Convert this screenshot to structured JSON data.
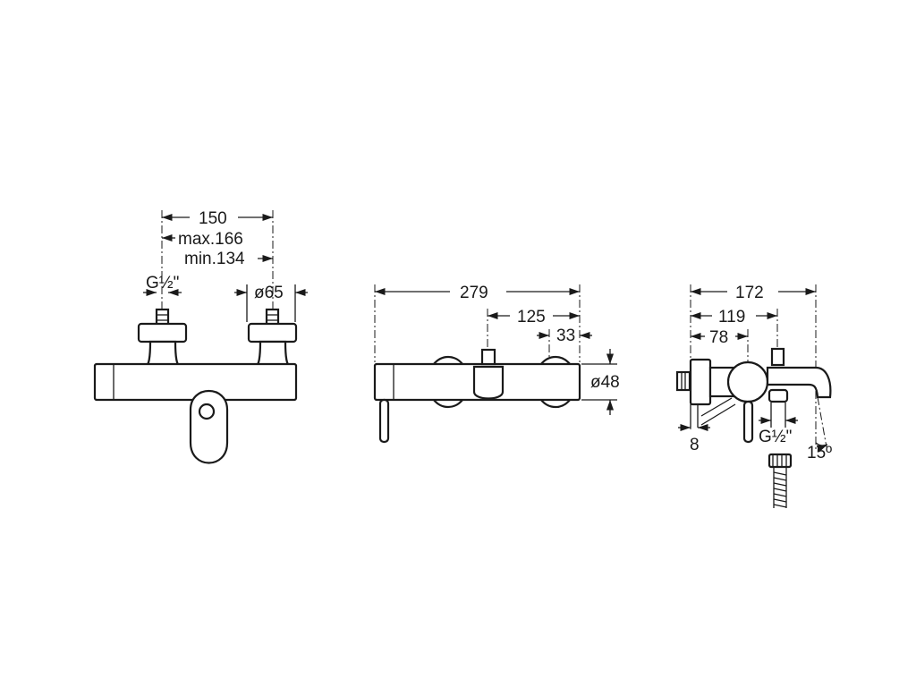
{
  "views": {
    "front": {
      "dims": {
        "width_150": "150",
        "max": "max.166",
        "min": "min.134",
        "thread": "G½\"",
        "escutcheon": "ø65"
      }
    },
    "top": {
      "dims": {
        "length": "279",
        "spout_offset": "125",
        "end_offset": "33",
        "body_diameter": "ø48"
      }
    },
    "side": {
      "dims": {
        "depth": "172",
        "spout_center": "119",
        "body_center": "78",
        "eccentric": "8",
        "thread": "G½\"",
        "angle": "15º"
      }
    }
  }
}
